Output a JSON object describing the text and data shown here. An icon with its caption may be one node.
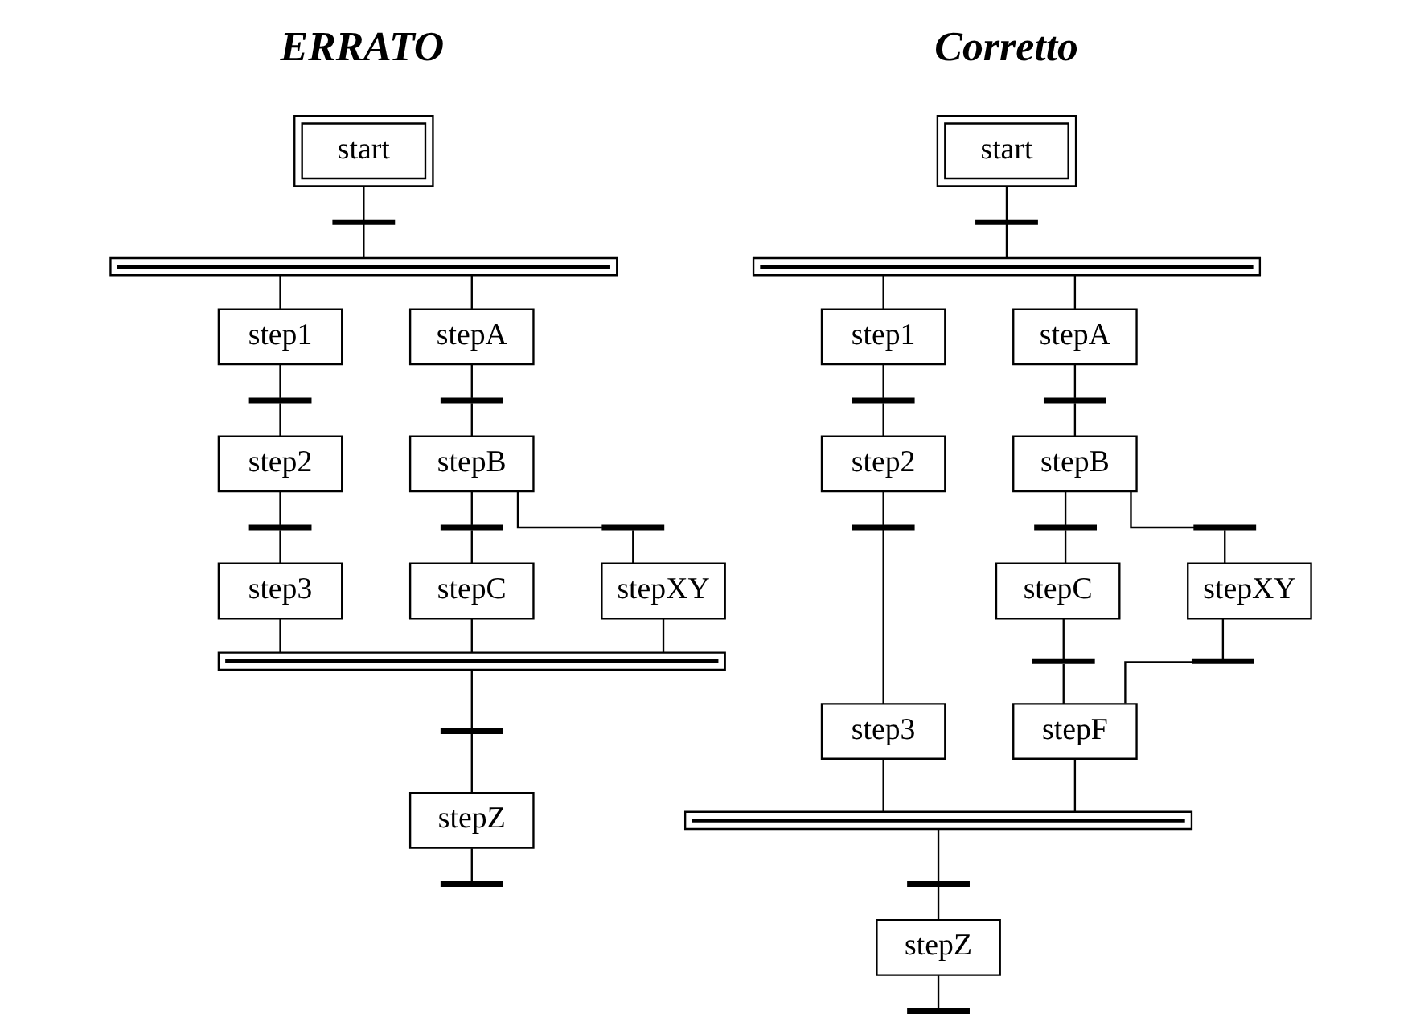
{
  "diagram": {
    "nodes": [
      {
        "text": [
          "start"
        ]
      },
      {
        "text": [],
        "shape": "bar"
      },
      {
        "text": [],
        "shape": "bar"
      },
      {
        "text": [
          "step1"
        ]
      },
      {
        "text": [
          "stepA"
        ]
      },
      {
        "text": [],
        "shape": "bar"
      },
      {
        "text": [],
        "shape": "bar"
      },
      {
        "text": [
          "step2"
        ]
      },
      {
        "text": [
          "stepB"
        ]
      },
      {
        "text": [],
        "shape": "bar"
      },
      {
        "text": [],
        "shape": "bar"
      },
      {
        "text": [],
        "shape": "bar"
      },
      {
        "text": [
          "step3"
        ]
      },
      {
        "text": [
          "stepC"
        ]
      },
      {
        "text": [
          "stepXY"
        ]
      },
      {
        "text": [],
        "shape": "bar"
      },
      {
        "text": [],
        "shape": "bar"
      },
      {
        "text": [
          "stepZ"
        ]
      },
      {
        "text": [],
        "shape": "bar"
      },
      {
        "text": [
          "start"
        ]
      },
      {
        "text": [],
        "shape": "bar"
      },
      {
        "text": [],
        "shape": "bar"
      },
      {
        "text": [
          "step1"
        ]
      },
      {
        "text": [
          "stepA"
        ]
      },
      {
        "text": [],
        "shape": "bar"
      },
      {
        "text": [],
        "shape": "bar"
      },
      {
        "text": [
          "step2"
        ]
      },
      {
        "text": [
          "stepB"
        ]
      },
      {
        "text": [],
        "shape": "bar"
      },
      {
        "text": [],
        "shape": "bar"
      },
      {
        "text": [],
        "shape": "bar"
      },
      {
        "text": [
          "step3"
        ]
      },
      {
        "text": [
          "stepC"
        ]
      },
      {
        "text": [
          "stepXY"
        ]
      },
      {
        "text": [],
        "shape": "bar"
      },
      {
        "text": [],
        "shape": "bar"
      },
      {
        "text": [
          "stepF"
        ]
      },
      {
        "text": [],
        "shape": "bar"
      },
      {
        "text": [],
        "shape": "bar"
      },
      {
        "text": [
          "stepZ"
        ]
      },
      {
        "text": [],
        "shape": "bar"
      }
    ],
    "edges": [
      {
        "from": 0,
        "to": 1,
        "arrow": "none"
      },
      {
        "from": 1,
        "to": 2,
        "arrow": "none"
      },
      {
        "from": 2,
        "to": 3,
        "arrow": "none"
      },
      {
        "from": 2,
        "to": 4,
        "arrow": "none"
      },
      {
        "from": 3,
        "to": 5,
        "arrow": "none"
      },
      {
        "from": 5,
        "to": 7,
        "arrow": "none"
      },
      {
        "from": 4,
        "to": 6,
        "arrow": "none"
      },
      {
        "from": 6,
        "to": 8,
        "arrow": "none"
      },
      {
        "from": 7,
        "to": 9,
        "arrow": "none"
      },
      {
        "from": 9,
        "to": 12,
        "arrow": "none"
      },
      {
        "from": 8,
        "to": 10,
        "arrow": "none"
      },
      {
        "from": 8,
        "to": 11,
        "arrow": "none"
      },
      {
        "from": 10,
        "to": 13,
        "arrow": "none"
      },
      {
        "from": 11,
        "to": 14,
        "arrow": "none"
      },
      {
        "from": 12,
        "to": 15,
        "arrow": "none"
      },
      {
        "from": 13,
        "to": 15,
        "arrow": "none"
      },
      {
        "from": 14,
        "to": 15,
        "arrow": "none"
      },
      {
        "from": 15,
        "to": 16,
        "arrow": "none"
      },
      {
        "from": 16,
        "to": 17,
        "arrow": "none"
      },
      {
        "from": 17,
        "to": 18,
        "arrow": "none"
      },
      {
        "from": 19,
        "to": 20,
        "arrow": "none"
      },
      {
        "from": 20,
        "to": 21,
        "arrow": "none"
      },
      {
        "from": 21,
        "to": 22,
        "arrow": "none"
      },
      {
        "from": 21,
        "to": 23,
        "arrow": "none"
      },
      {
        "from": 22,
        "to": 24,
        "arrow": "none"
      },
      {
        "from": 24,
        "to": 26,
        "arrow": "none"
      },
      {
        "from": 23,
        "to": 25,
        "arrow": "none"
      },
      {
        "from": 25,
        "to": 27,
        "arrow": "none"
      },
      {
        "from": 26,
        "to": 28,
        "arrow": "none"
      },
      {
        "from": 28,
        "to": 31,
        "arrow": "none"
      },
      {
        "from": 27,
        "to": 29,
        "arrow": "none"
      },
      {
        "from": 27,
        "to": 30,
        "arrow": "none"
      },
      {
        "from": 29,
        "to": 32,
        "arrow": "none"
      },
      {
        "from": 30,
        "to": 33,
        "arrow": "none"
      },
      {
        "from": 32,
        "to": 34,
        "arrow": "none"
      },
      {
        "from": 33,
        "to": 35,
        "arrow": "none"
      },
      {
        "from": 34,
        "to": 36,
        "arrow": "none"
      },
      {
        "from": 35,
        "to": 36,
        "arrow": "none"
      },
      {
        "from": 31,
        "to": 37,
        "arrow": "none"
      },
      {
        "from": 36,
        "to": 37,
        "arrow": "none"
      },
      {
        "from": 37,
        "to": 38,
        "arrow": "none"
      },
      {
        "from": 38,
        "to": 39,
        "arrow": "none"
      },
      {
        "from": 39,
        "to": 40,
        "arrow": "none"
      }
    ],
    "labels": [
      "ERRATO",
      "Corretto"
    ]
  }
}
